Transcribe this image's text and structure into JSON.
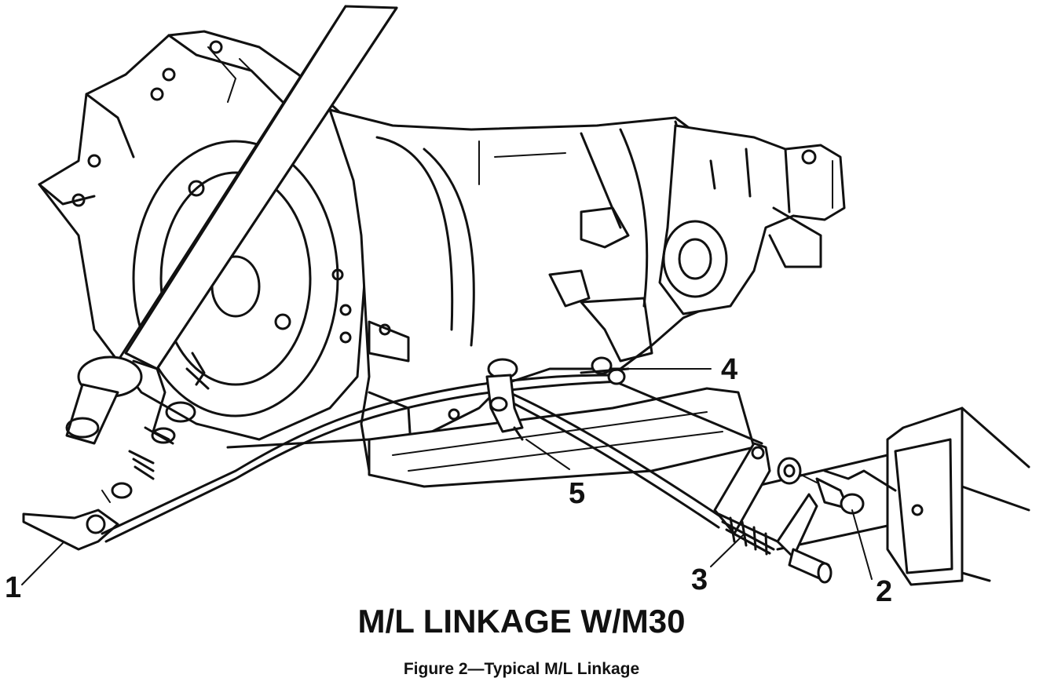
{
  "diagram": {
    "title": "M/L LINKAGE W/M30",
    "caption": "Figure 2—Typical M/L Linkage",
    "callouts": [
      {
        "id": "1",
        "label": "1"
      },
      {
        "id": "2",
        "label": "2"
      },
      {
        "id": "3",
        "label": "3"
      },
      {
        "id": "4",
        "label": "4"
      },
      {
        "id": "5",
        "label": "5"
      }
    ]
  }
}
